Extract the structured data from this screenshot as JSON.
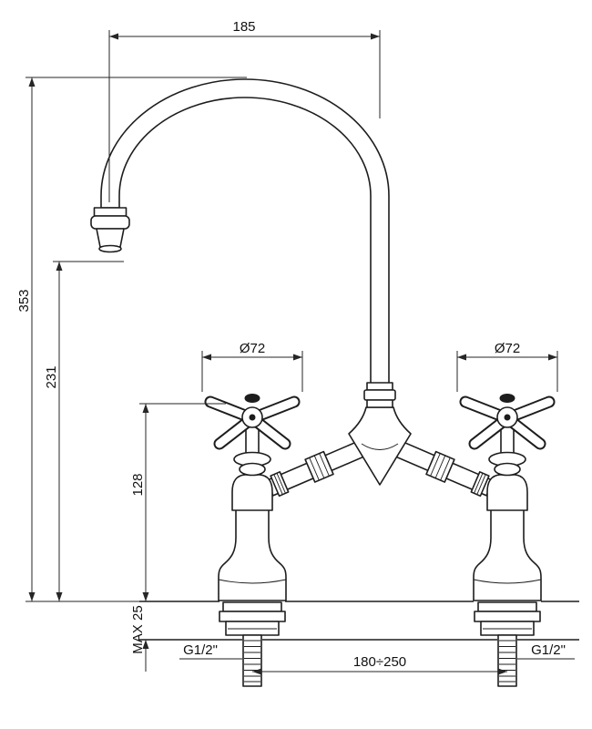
{
  "drawing": {
    "background": "#ffffff",
    "line_color": "#1d1d1d",
    "type": "faucet-installation-technical-drawing",
    "labels": {
      "spout_reach": "185",
      "overall_height": "353",
      "spout_outlet_height": "231",
      "handle_height": "128",
      "max_deck_thickness": "MAX 25",
      "handle_diameter_left": "Ø72",
      "handle_diameter_right": "Ø72",
      "inlet_thread_left": "G1/2\"",
      "inlet_thread_right": "G1/2\"",
      "inlet_centers_range": "180÷250"
    }
  }
}
